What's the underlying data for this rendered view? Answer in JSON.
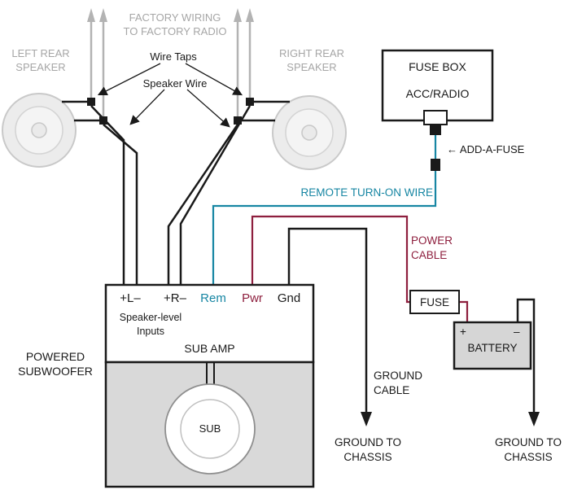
{
  "colors": {
    "remote_teal": "#1786a3",
    "power_maroon": "#8e1f3e",
    "factory_gray": "#a6a6a6",
    "wire_black": "#1a1a1a"
  },
  "factory": {
    "wiring_label": "FACTORY WIRING\nTO FACTORY RADIO",
    "wire_taps_label": "Wire Taps",
    "speaker_wire_label": "Speaker Wire"
  },
  "speakers": {
    "left_label": "LEFT REAR\nSPEAKER",
    "right_label": "RIGHT REAR\nSPEAKER"
  },
  "fuse_box": {
    "title": "FUSE BOX",
    "circuit": "ACC/RADIO",
    "add_a_fuse": "← ADD-A-FUSE"
  },
  "wires": {
    "remote": "REMOTE TURN-ON WIRE",
    "power": "POWER\nCABLE",
    "ground": "GROUND\nCABLE"
  },
  "amp": {
    "terminals": [
      {
        "label": "+L–"
      },
      {
        "label": "+R–"
      },
      {
        "label": "Rem"
      },
      {
        "label": "Pwr"
      },
      {
        "label": "Gnd"
      }
    ],
    "inputs": "Speaker-level\nInputs",
    "title": "SUB AMP"
  },
  "subwoofer": {
    "label": "POWERED\nSUBWOOFER",
    "driver": "SUB"
  },
  "fuse": {
    "label": "FUSE"
  },
  "battery": {
    "label": "BATTERY",
    "positive": "+",
    "negative": "–"
  },
  "grounds": {
    "amp_chassis": "GROUND TO\nCHASSIS",
    "battery_chassis": "GROUND TO\nCHASSIS"
  }
}
